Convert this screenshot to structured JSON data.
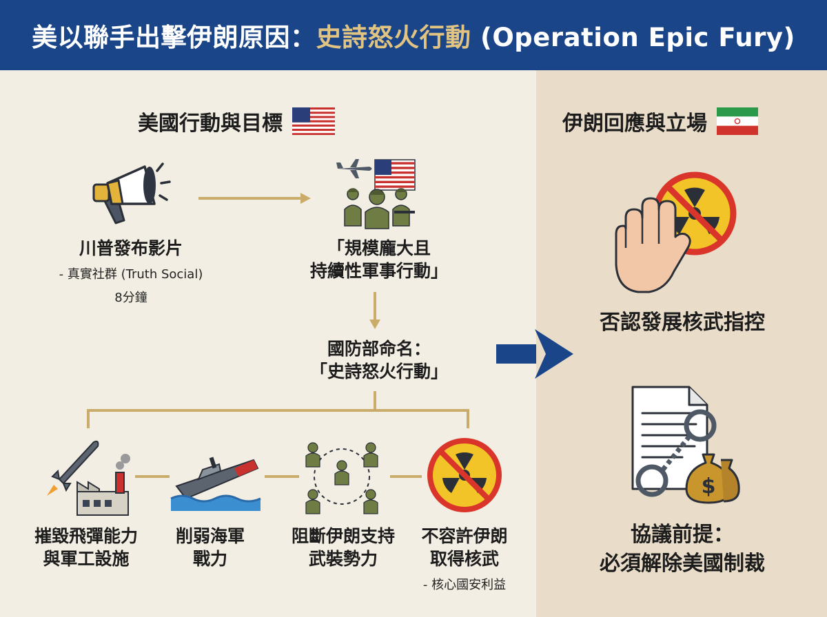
{
  "header": {
    "title_main": "美以聯手出擊伊朗原因：",
    "title_accent": "史詩怒火行動",
    "title_tail": " (Operation Epic Fury)"
  },
  "left": {
    "title": "美國行動與目標",
    "trump": {
      "label": "川普發布影片",
      "sub1": "- 真實社群 (Truth Social)",
      "sub2": "8分鐘"
    },
    "op": {
      "line1": "「規模龐大且",
      "line2": "持續性軍事行動」"
    },
    "dod": {
      "line1": "國防部命名：",
      "line2": "「史詩怒火行動」"
    },
    "goals": [
      {
        "line1": "摧毀飛彈能力",
        "line2": "與軍工設施"
      },
      {
        "line1": "削弱海軍",
        "line2": "戰力"
      },
      {
        "line1": "阻斷伊朗支持",
        "line2": "武裝勢力"
      },
      {
        "line1": "不容許伊朗",
        "line2": "取得核武",
        "sub": "- 核心國安利益"
      }
    ]
  },
  "right": {
    "title": "伊朗回應與立場",
    "deny": "否認發展核武指控",
    "cond": {
      "line1": "協議前提：",
      "line2": "必須解除美國制裁"
    }
  },
  "colors": {
    "navy": "#1b4589",
    "gold": "#c9ab6a",
    "cream": "#f3eee3",
    "tan": "#e9ddc9",
    "red": "#d9352b",
    "yellow": "#f2c428",
    "olive": "#6f7d45"
  },
  "icons": [
    "megaphone-icon",
    "us-flag-icon",
    "iran-flag-icon",
    "airplane-icon",
    "soldiers-icon",
    "missile-icon",
    "factory-icon",
    "sinking-ship-icon",
    "armed-network-icon",
    "no-nuclear-icon",
    "stop-hand-icon",
    "document-icon",
    "handcuffs-icon",
    "money-bag-icon"
  ]
}
